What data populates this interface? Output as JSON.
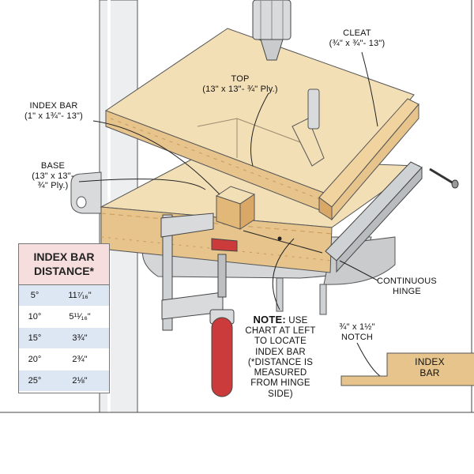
{
  "labels": {
    "top": [
      "TOP",
      "(13\" x 13\"- ¾\" Ply.)"
    ],
    "cleat": [
      "CLEAT",
      "(¾\" x ¾\"- 13\")"
    ],
    "index_bar": [
      "INDEX BAR",
      "(1\" x 1¾\"- 13\")"
    ],
    "base": [
      "BASE",
      "(13\" x 13\"-",
      "¾\" Ply.)"
    ],
    "continuous_hinge": [
      "CONTINUOUS",
      "HINGE"
    ],
    "notch": [
      "¾\" x 1½\"",
      "NOTCH"
    ],
    "index_bar_detail": [
      "INDEX",
      "BAR"
    ]
  },
  "note": {
    "head": "NOTE:",
    "lines": [
      "USE",
      "CHART AT LEFT",
      "TO LOCATE",
      "INDEX BAR",
      "(*DISTANCE IS",
      "MEASURED",
      "FROM HINGE",
      "SIDE)"
    ]
  },
  "index_table": {
    "title_line1": "INDEX BAR",
    "title_line2": "DISTANCE*",
    "rows": [
      {
        "angle": "5°",
        "distance": "11⁷⁄₁₆\""
      },
      {
        "angle": "10°",
        "distance": "5¹¹⁄₁₆\""
      },
      {
        "angle": "15°",
        "distance": "3¾\""
      },
      {
        "angle": "20°",
        "distance": "2¾\""
      },
      {
        "angle": "25°",
        "distance": "2⅛\""
      }
    ]
  },
  "colors": {
    "wood_light": "#f3dfb6",
    "wood_mid": "#e6c48c",
    "wood_edge": "#d9a766",
    "metal": "#cfd2d4",
    "clamp_red": "#cc3b3b",
    "table_header": "#f6dede",
    "table_alt_row": "#dde7f3"
  }
}
